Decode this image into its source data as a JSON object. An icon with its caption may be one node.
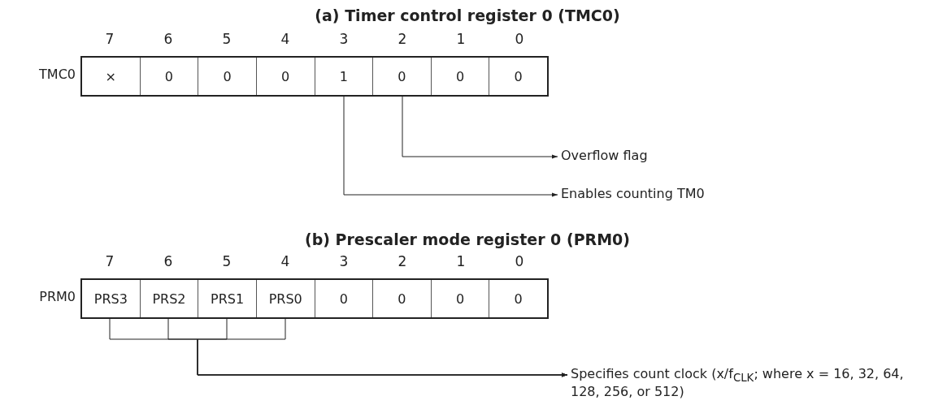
{
  "diagram": {
    "nodes": [
      {
        "text": [
          "×"
        ]
      },
      {
        "text": [
          "0"
        ]
      },
      {
        "text": [
          "0"
        ]
      },
      {
        "text": [
          "0"
        ]
      },
      {
        "text": [
          "1"
        ]
      },
      {
        "text": [
          "0"
        ]
      },
      {
        "text": [
          "0"
        ]
      },
      {
        "text": [
          "0"
        ]
      },
      {
        "text": [
          "Overflow flag"
        ]
      },
      {
        "text": [
          "Enables counting TM0"
        ]
      },
      {
        "text": [
          "PRS3"
        ]
      },
      {
        "text": [
          "PRS2"
        ]
      },
      {
        "text": [
          "PRS1"
        ]
      },
      {
        "text": [
          "PRS0"
        ]
      },
      {
        "text": [
          "0"
        ]
      },
      {
        "text": [
          "0"
        ]
      },
      {
        "text": [
          "0"
        ]
      },
      {
        "text": [
          "0"
        ]
      },
      {
        "text": [
          "Specifies count clock (x/f$_{CLK}$; where x = 16, 32, 64, 128, 256, or 512)"
        ]
      }
    ],
    "edges": [
      {
        "from": 5,
        "to": 8,
        "arrow": "to"
      },
      {
        "from": 4,
        "to": 9,
        "arrow": "to"
      },
      {
        "from": 10,
        "to": 18,
        "arrow": "to"
      },
      {
        "from": 11,
        "to": 18,
        "arrow": "to"
      },
      {
        "from": 12,
        "to": 18,
        "arrow": "to"
      },
      {
        "from": 13,
        "to": 18,
        "arrow": "to"
      }
    ],
    "labels": [
      "(a) Timer control register 0 (TMC0)",
      "7",
      "6",
      "5",
      "4",
      "3",
      "2",
      "1",
      "0",
      "TMC0",
      "(b) Prescaler mode register 0 (PRM0)",
      "7",
      "6",
      "5",
      "4",
      "3",
      "2",
      "1",
      "0",
      "PRM0"
    ]
  }
}
